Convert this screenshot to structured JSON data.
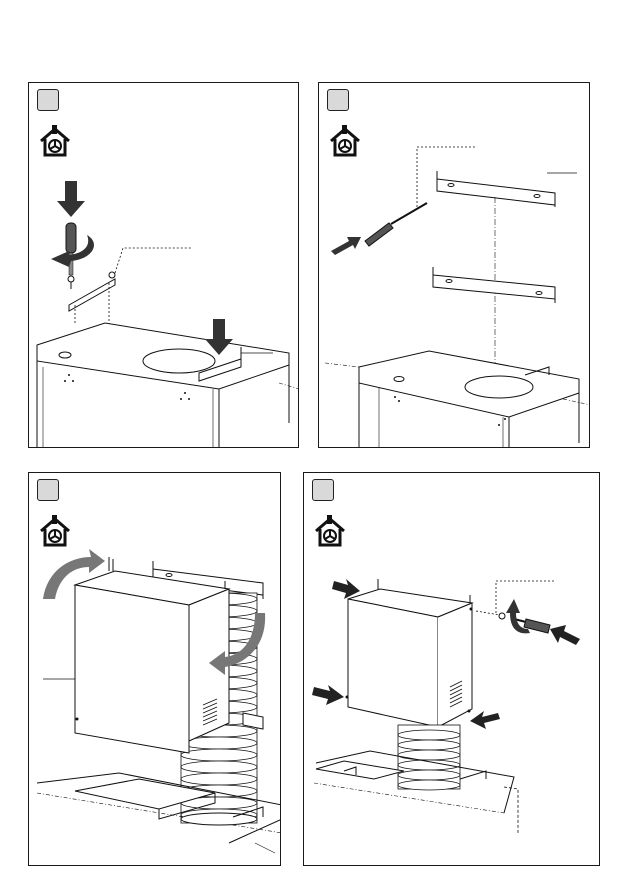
{
  "page": {
    "background": "#ffffff",
    "line_color": "#1a1a1a",
    "arrow_color": "#333333"
  },
  "panels": [
    {
      "name": "step-1",
      "number": "",
      "icon": "house-fan-icon"
    },
    {
      "name": "step-2",
      "number": "",
      "icon": "house-fan-icon"
    },
    {
      "name": "step-3",
      "number": "",
      "icon": "house-fan-icon"
    },
    {
      "name": "step-4",
      "number": "",
      "icon": "house-fan-icon"
    }
  ]
}
